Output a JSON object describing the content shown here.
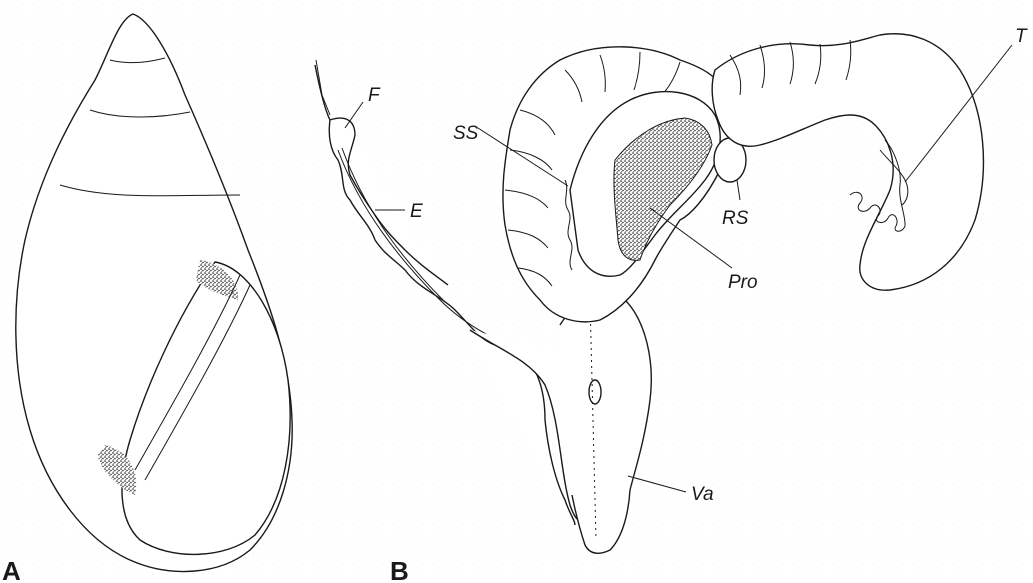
{
  "panels": {
    "a": {
      "letter": "A"
    },
    "b": {
      "letter": "B"
    }
  },
  "labels": {
    "f": "F",
    "e": "E",
    "ss": "SS",
    "rs": "RS",
    "pro": "Pro",
    "t": "T",
    "va": "Va"
  }
}
